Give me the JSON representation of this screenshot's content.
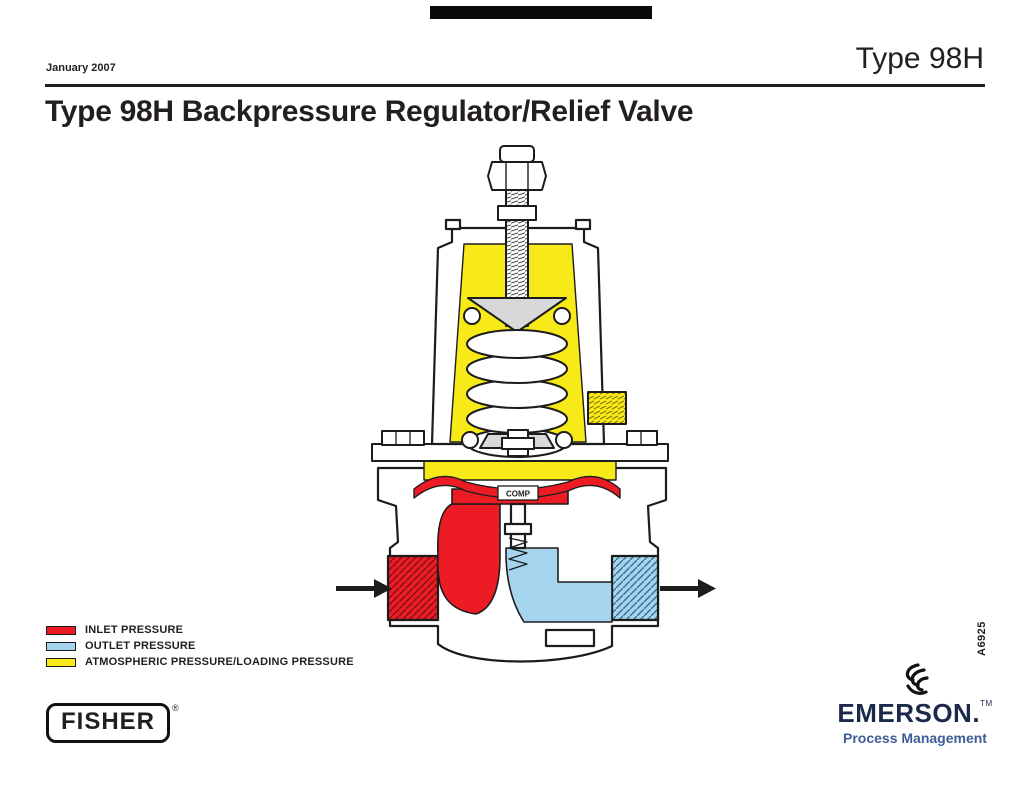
{
  "header": {
    "date": "January 2007",
    "doc_type": "Type 98H"
  },
  "title": "Type 98H Backpressure Regulator/Relief Valve",
  "legend": {
    "items": [
      {
        "label": "INLET PRESSURE",
        "color_key": "inlet"
      },
      {
        "label": "OUTLET PRESSURE",
        "color_key": "outlet"
      },
      {
        "label": "ATMOSPHERIC PRESSURE/LOADING PRESSURE",
        "color_key": "atmospheric"
      }
    ]
  },
  "colors": {
    "inlet": "#ed1c24",
    "outlet": "#a5d5ee",
    "atmospheric": "#f7ea18"
  },
  "diagram": {
    "comp_label": "COMP"
  },
  "figure_code": "A6925",
  "footer": {
    "fisher_logo": "FISHER",
    "fisher_reg": "®",
    "emerson_logo": "EMERSON.",
    "emerson_tm": "TM",
    "emerson_tagline": "Process Management"
  }
}
